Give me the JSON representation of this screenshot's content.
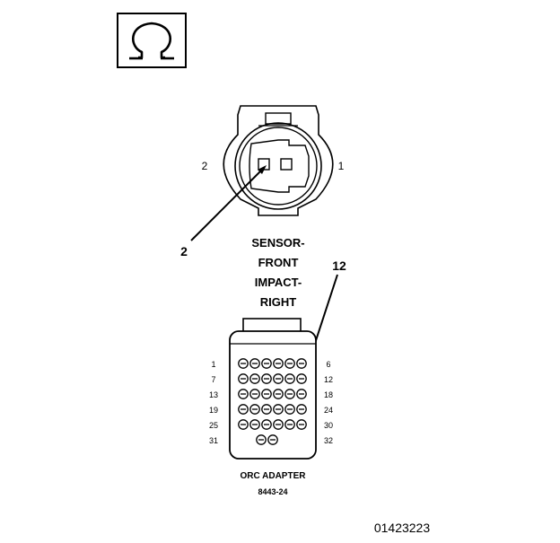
{
  "meter_symbol": {
    "icon": "ohm-icon",
    "glyph": "Ω"
  },
  "sensor_connector": {
    "pin_left_label": "2",
    "pin_right_label": "1",
    "callout_label": "2",
    "title_lines": [
      "SENSOR-",
      "FRONT",
      "IMPACT-",
      "RIGHT"
    ]
  },
  "orc_adapter": {
    "callout_label": "12",
    "row_labels_left": [
      "1",
      "7",
      "13",
      "19",
      "25",
      "31"
    ],
    "row_labels_right": [
      "6",
      "12",
      "18",
      "24",
      "30",
      "32"
    ],
    "pins_per_row": [
      6,
      6,
      6,
      6,
      6,
      2
    ],
    "caption": "ORC ADAPTER",
    "part_number": "8443-24"
  },
  "figure_id": "01423223"
}
